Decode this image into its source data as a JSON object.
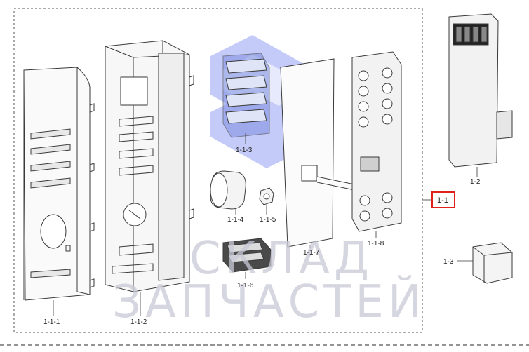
{
  "diagram": {
    "part_labels": {
      "p_1_1_1": "1-1-1",
      "p_1_1_2": "1-1-2",
      "p_1_1_3": "1-1-3",
      "p_1_1_4": "1-1-4",
      "p_1_1_5": "1-1-5",
      "p_1_1_6": "1-1-6",
      "p_1_1_7": "1-1-7",
      "p_1_1_8": "1-1-8",
      "p_1_2": "1-2",
      "p_1_3": "1-3"
    },
    "assembly_label": "1-1",
    "watermark": {
      "line1": "СКЛАД",
      "line2": "ЗАПЧАСТЕЙ"
    },
    "colors": {
      "line": "#3a3a3a",
      "dash": "#555555",
      "highlight": "#e0201c",
      "watermark_logo": "#5b6cf0",
      "watermark_text": "#c9c9d6"
    }
  }
}
